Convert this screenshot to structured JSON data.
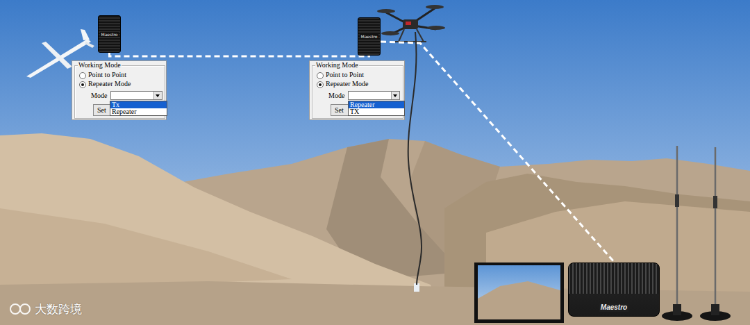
{
  "diagram": {
    "nodes": [
      {
        "text": [
          "Maestro"
        ]
      },
      {
        "text": [
          "Working Mode",
          "Point to Point",
          "Repeater Mode",
          "Mode",
          "Set"
        ]
      },
      {
        "text": [
          "Tx",
          "Repeater"
        ],
        "in": 1
      },
      {
        "text": [
          "Maestro"
        ]
      },
      {
        "text": [
          "Working Mode",
          "Point to Point",
          "Repeater Mode",
          "Mode",
          "Set"
        ]
      },
      {
        "text": [
          "Repeater",
          "TX"
        ],
        "in": 4
      },
      {
        "text": [
          "Maestro"
        ]
      }
    ],
    "edges": [
      {
        "from": 0,
        "to": 3,
        "arrow": "none"
      },
      {
        "from": 3,
        "to": 6,
        "arrow": "none"
      }
    ],
    "labels": [
      "大数跨境"
    ]
  }
}
